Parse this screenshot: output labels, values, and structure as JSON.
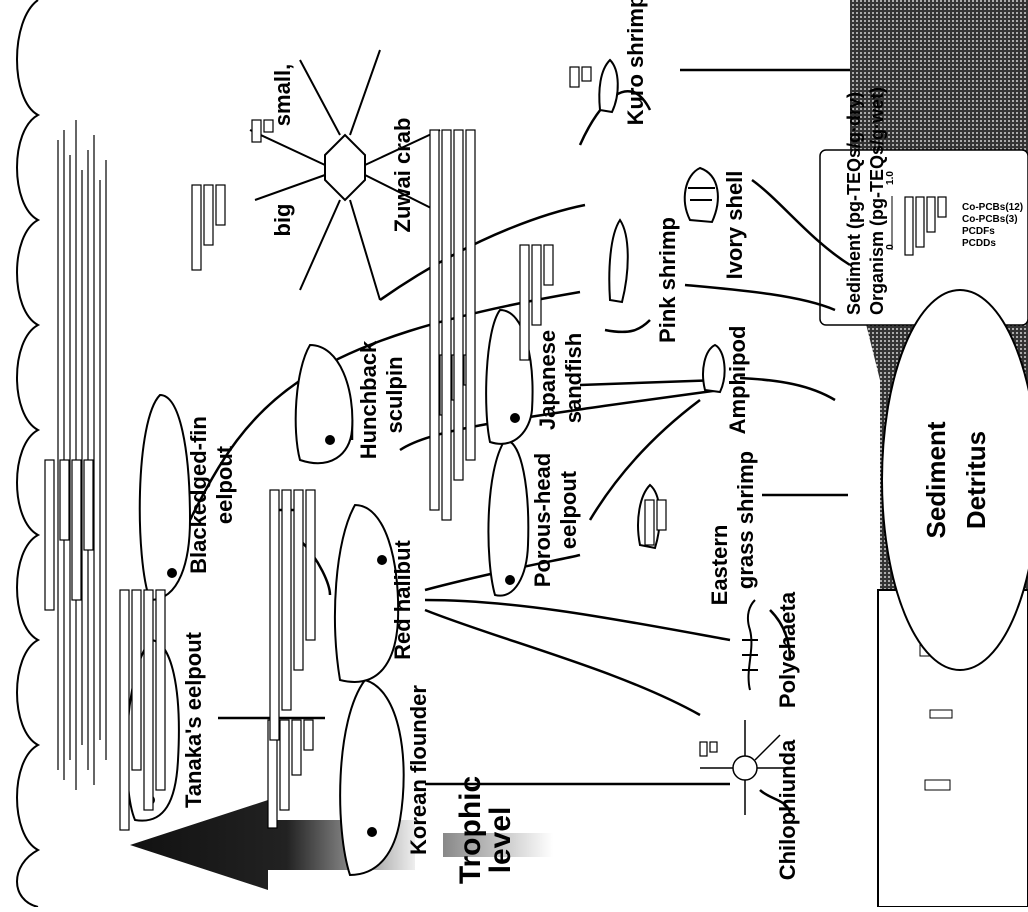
{
  "labels": {
    "tanaka": "Tanaka's eelpout",
    "korean": "Korean flounder",
    "red_halibut": "Red halibut",
    "blackedged": "Blackedged-fin",
    "blackedged2": "eelpout",
    "porous": "Porous-head",
    "porous2": "eelpout",
    "hunchback": "Hunchback",
    "hunchback2": "sculpin",
    "sandfish": "Japanese",
    "sandfish2": "sandfish",
    "pink_shrimp": "Pink shrimp",
    "zuwai": "Zuwai crab",
    "big": "big",
    "small": "small,",
    "kuro": "Kuro shrimp",
    "ivory": "Ivory shell",
    "amphipod": "Amphipod",
    "eastern": "Eastern",
    "eastern2": "grass shrimp",
    "polychaeta": "Polychaeta",
    "chilophiunda": "Chilophiunda",
    "trophic": "Trophic",
    "level": "level",
    "sediment": "Sediment",
    "detritus": "Detritus"
  },
  "legend": {
    "line1": "Sediment (pg-TEQs/g·dry)",
    "line2": "Organism (pg-TEQs/g·wet)",
    "scale_1": "1.0",
    "scale_0": "0",
    "items": [
      "Co-PCBs(12)",
      "Co-PCBs(3)",
      "PCDFs",
      "PCDDs"
    ]
  },
  "colors": {
    "background": "#ffffff",
    "ink": "#000000",
    "sediment": "#555555",
    "water_lines": "#000000"
  },
  "icons": [
    "fish-icon",
    "crab-icon",
    "shrimp-icon",
    "shell-icon",
    "amphipod-icon",
    "polychaete-icon",
    "brittle-star-icon"
  ]
}
